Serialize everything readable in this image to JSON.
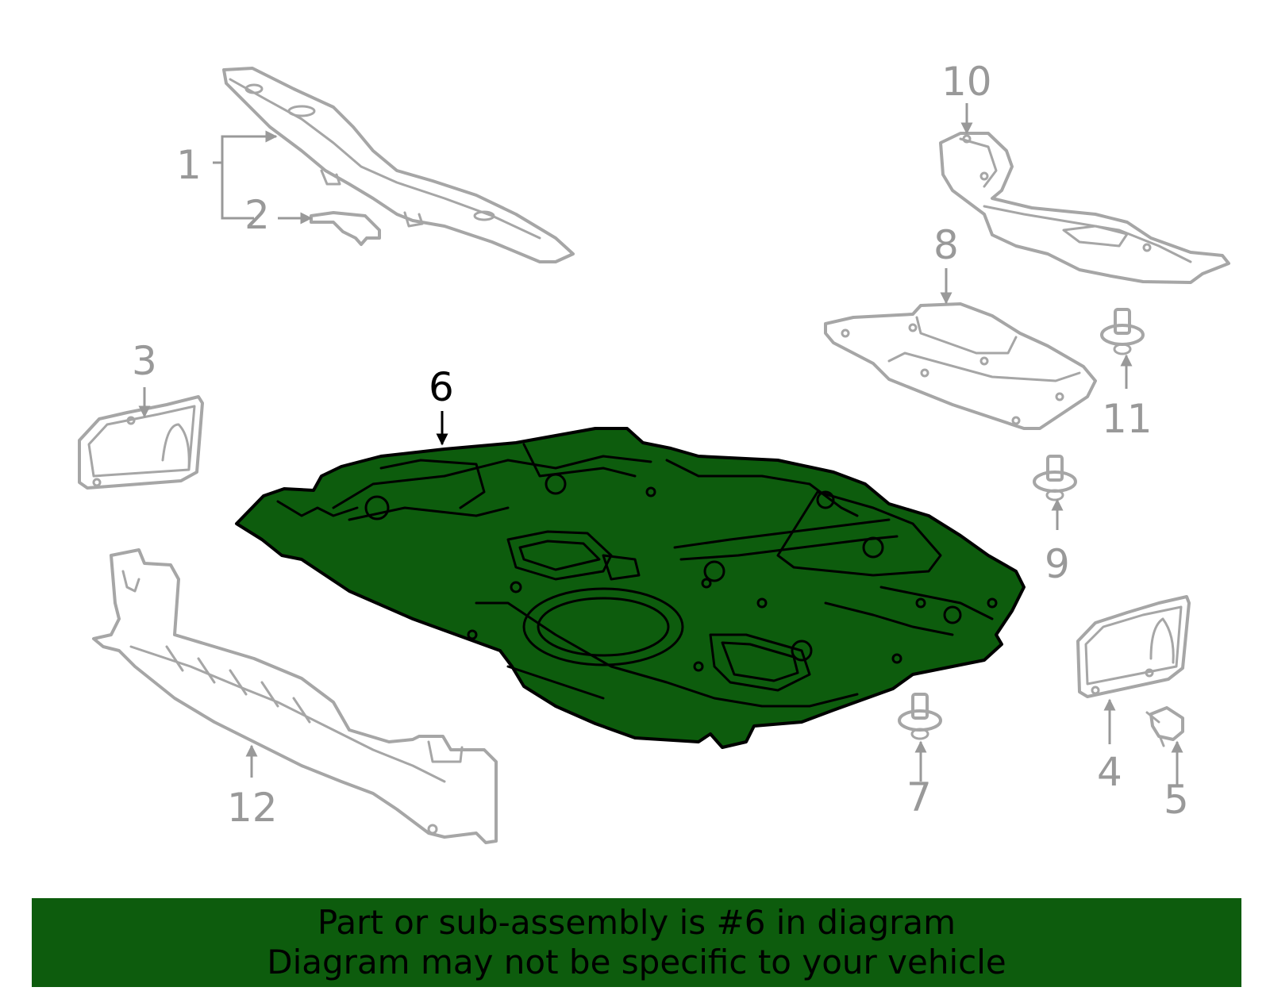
{
  "colors": {
    "highlight": "#0d5c0d",
    "banner": "#0d5c0d",
    "part_outline": "#a6a6a6",
    "callout_text": "#999999",
    "active_callout_text": "#000000"
  },
  "callouts": {
    "c1": "1",
    "c2": "2",
    "c3": "3",
    "c4": "4",
    "c5": "5",
    "c6": "6",
    "c7": "7",
    "c8": "8",
    "c9": "9",
    "c10": "10",
    "c11": "11",
    "c12": "12"
  },
  "highlighted_part": "6",
  "banner": {
    "line1": "Part or sub-assembly is #6 in diagram",
    "line2": "Diagram may not be specific to your vehicle"
  }
}
